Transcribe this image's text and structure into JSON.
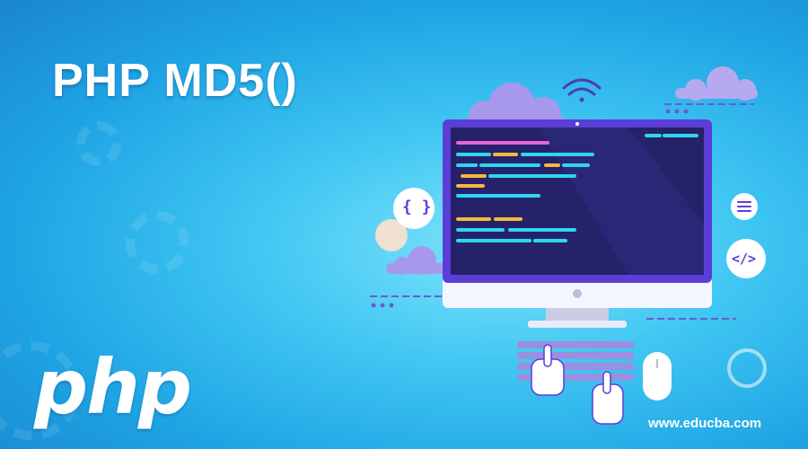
{
  "banner": {
    "title": "PHP MD5()",
    "logo_text": "php",
    "website": "www.educba.com"
  },
  "icons": {
    "braces_bubble": "{ }",
    "tag_bubble": "</>",
    "menu_bubble": "menu-lines",
    "wifi": "wifi-signal"
  },
  "colors": {
    "background": "#27b3ea",
    "monitor_screen": "#26246b",
    "monitor_frame": "#5b3fd6",
    "code_cyan": "#2fd6ef",
    "code_yellow": "#f6b73c",
    "code_pink": "#e565d6",
    "cloud": "#9e8ee8"
  }
}
